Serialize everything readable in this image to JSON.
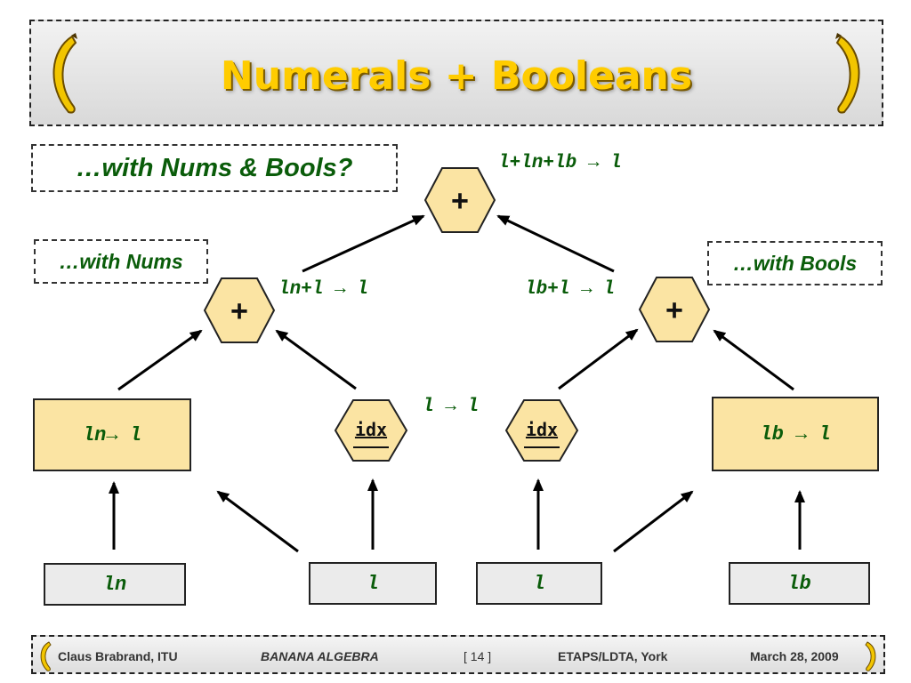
{
  "title": "Numerals + Booleans",
  "questions": {
    "main": "…with Nums & Bools?",
    "left": "…with Nums",
    "right": "…with Bools"
  },
  "top_rule": "l+ln+lb → l",
  "left_rule": "ln+l → l",
  "right_rule": "lb+l → l",
  "mid_rule": "l → l",
  "plus_symbol": "+",
  "idx_symbol": "idx",
  "left_box": "ln→ l",
  "right_box": "lb → l",
  "bottom": [
    "ln",
    "l",
    "l",
    "lb"
  ],
  "footer": {
    "author": "Claus Brabrand, ITU",
    "talk": "BANANA ALGEBRA",
    "page": "[ 14 ]",
    "venue": "ETAPS/LDTA, York",
    "date": "March 28, 2009"
  },
  "colors": {
    "title": "#ffcc00",
    "green_text": "#0a5c0a",
    "node_fill": "#fbe4a3",
    "leaf_fill": "#ebebeb",
    "banana": "#f2c500"
  },
  "icons": [
    "banana-icon"
  ]
}
